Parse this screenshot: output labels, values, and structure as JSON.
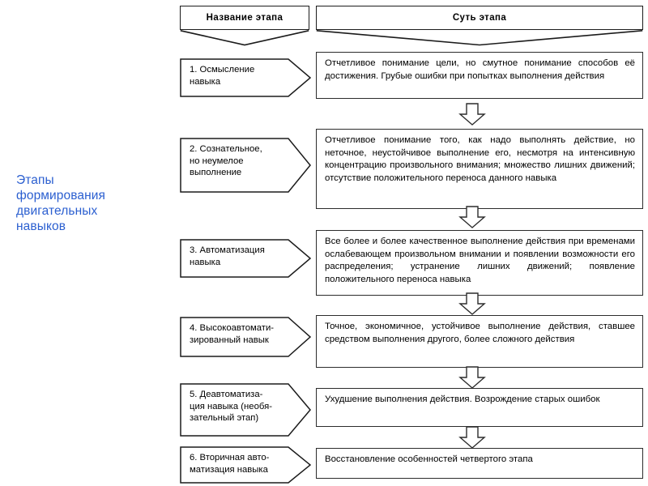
{
  "slide": {
    "side_title": "Этапы\nформирования\nдвигательных\nнавыков",
    "side_title_color": "#2b5fd0"
  },
  "table": {
    "headers": {
      "stage_name": "Название этапа",
      "stage_essence": "Суть этапа"
    },
    "rows": [
      {
        "name": "1. Осмысление\nнавыка",
        "essence": "Отчетливое понимание цели, но смутное понимание способов её достижения. Грубые ошибки при попытках выполнения действия"
      },
      {
        "name": "2. Сознательное,\nно неумелое\nвыполнение",
        "essence": "Отчетливое понимание того, как надо выполнять действие, но неточное, неустойчивое выполнение его, несмотря на интенсивную концентрацию произвольного внимания; множество лишних движений; отсутствие положительного переноса данного навыка"
      },
      {
        "name": "3. Автоматизация\nнавыка",
        "essence": "Все более и более качественное выполнение действия при временами ослабевающем произвольном внимании и появлении возможности его распределения; устранение лишних движений; появление положительного переноса навыка"
      },
      {
        "name": "4. Высокоавтомати-\nзированный навык",
        "essence": "Точное, экономичное, устойчивое выполнение действия, ставшее средством выполнения другого, более сложного действия"
      },
      {
        "name": "5. Деавтоматиза-\nция навыка (необя-\nзательный этап)",
        "essence": "Ухудшение выполнения действия. Возрождение старых ошибок"
      },
      {
        "name": "6. Вторичная авто-\nматизация навыка",
        "essence": "Восстановление особенностей четвертого этапа"
      }
    ]
  }
}
